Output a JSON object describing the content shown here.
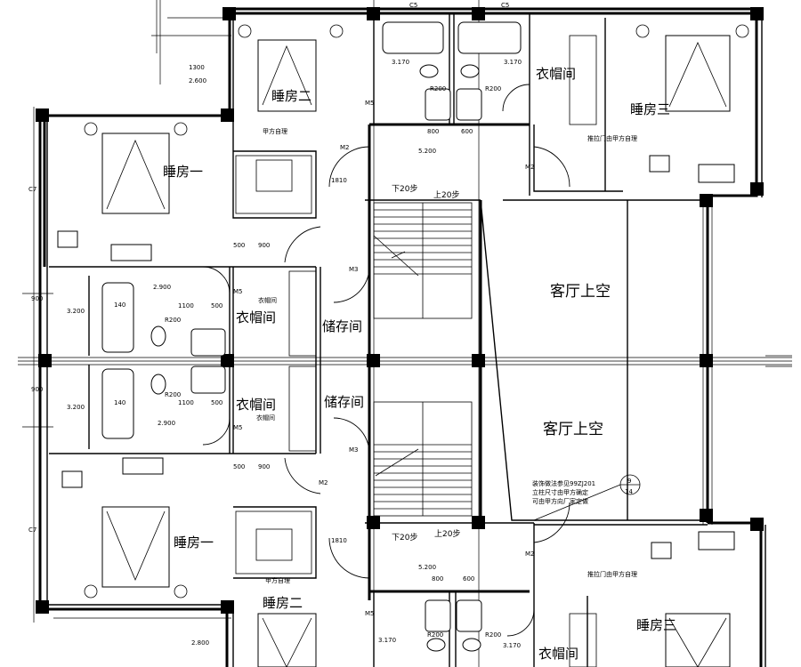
{
  "rooms": {
    "bedroom1_top": "睡房一",
    "bedroom1_bottom": "睡房一",
    "bedroom2_top": "睡房二",
    "bedroom2_bottom": "睡房二",
    "bedroom3_top": "睡房三",
    "bedroom3_bottom": "睡房三",
    "closet_top_right": "衣帽间",
    "closet_mid_upper": "衣帽间",
    "closet_mid_lower": "衣帽间",
    "closet_bottom_right": "衣帽间",
    "storage_upper": "储存间",
    "storage_lower": "储存间",
    "void_upper": "客厅上空",
    "void_lower": "客厅上空"
  },
  "stairs": {
    "down_top": "下20步",
    "up_top": "上20步",
    "down_bottom": "下20步",
    "up_bottom": "上20步"
  },
  "dims": {
    "d1300": "1300",
    "d2600": "2.600",
    "d3170a": "3.170",
    "d3170b": "3.170",
    "d3170c": "3.170",
    "d3170d": "3.170",
    "d5200a": "5.200",
    "d5200b": "5.200",
    "d2900a": "2.900",
    "d2900b": "2.900",
    "d3200a": "3.200",
    "d3200b": "3.200",
    "d2800": "2.800",
    "d1810a": "1810",
    "d1810b": "1810",
    "d500a": "500",
    "d900a": "900",
    "d500b": "500",
    "d900b": "900",
    "d1100a": "1100",
    "d1100b": "1100",
    "d500c": "500",
    "d500d": "500",
    "d800a": "800",
    "d600a": "600",
    "d800b": "800",
    "d600b": "600",
    "r200a": "R200",
    "r200b": "R200",
    "r200c": "R200",
    "r200d": "R200",
    "r200e": "R200",
    "r200f": "R200",
    "d140a": "140",
    "d140b": "140",
    "d900c": "900",
    "d900d": "900"
  },
  "doors": {
    "m2a": "M2",
    "m2b": "M2",
    "m2c": "M2",
    "m2d": "M2",
    "m3a": "M3",
    "m3b": "M3",
    "m5a": "M5",
    "m5b": "M5",
    "m5c": "M5",
    "m5d": "M5",
    "c5a": "C5",
    "c5b": "C5",
    "c7a": "C7",
    "c7b": "C7"
  },
  "notes": {
    "sliding_top": "推拉门由甲方自理",
    "sliding_bottom": "推拉门由甲方自理",
    "owner_top": "甲方自理",
    "owner_bottom": "甲方自理",
    "wardrobe_top": "衣帽间",
    "wardrobe_bottom": "衣帽间",
    "callout_line1": "装饰做法参见99ZJ201",
    "callout_line2": "立柱尺寸由甲方确定",
    "callout_line3": "可由甲方向厂家定做",
    "callout_num": "9",
    "callout_den": "14"
  }
}
